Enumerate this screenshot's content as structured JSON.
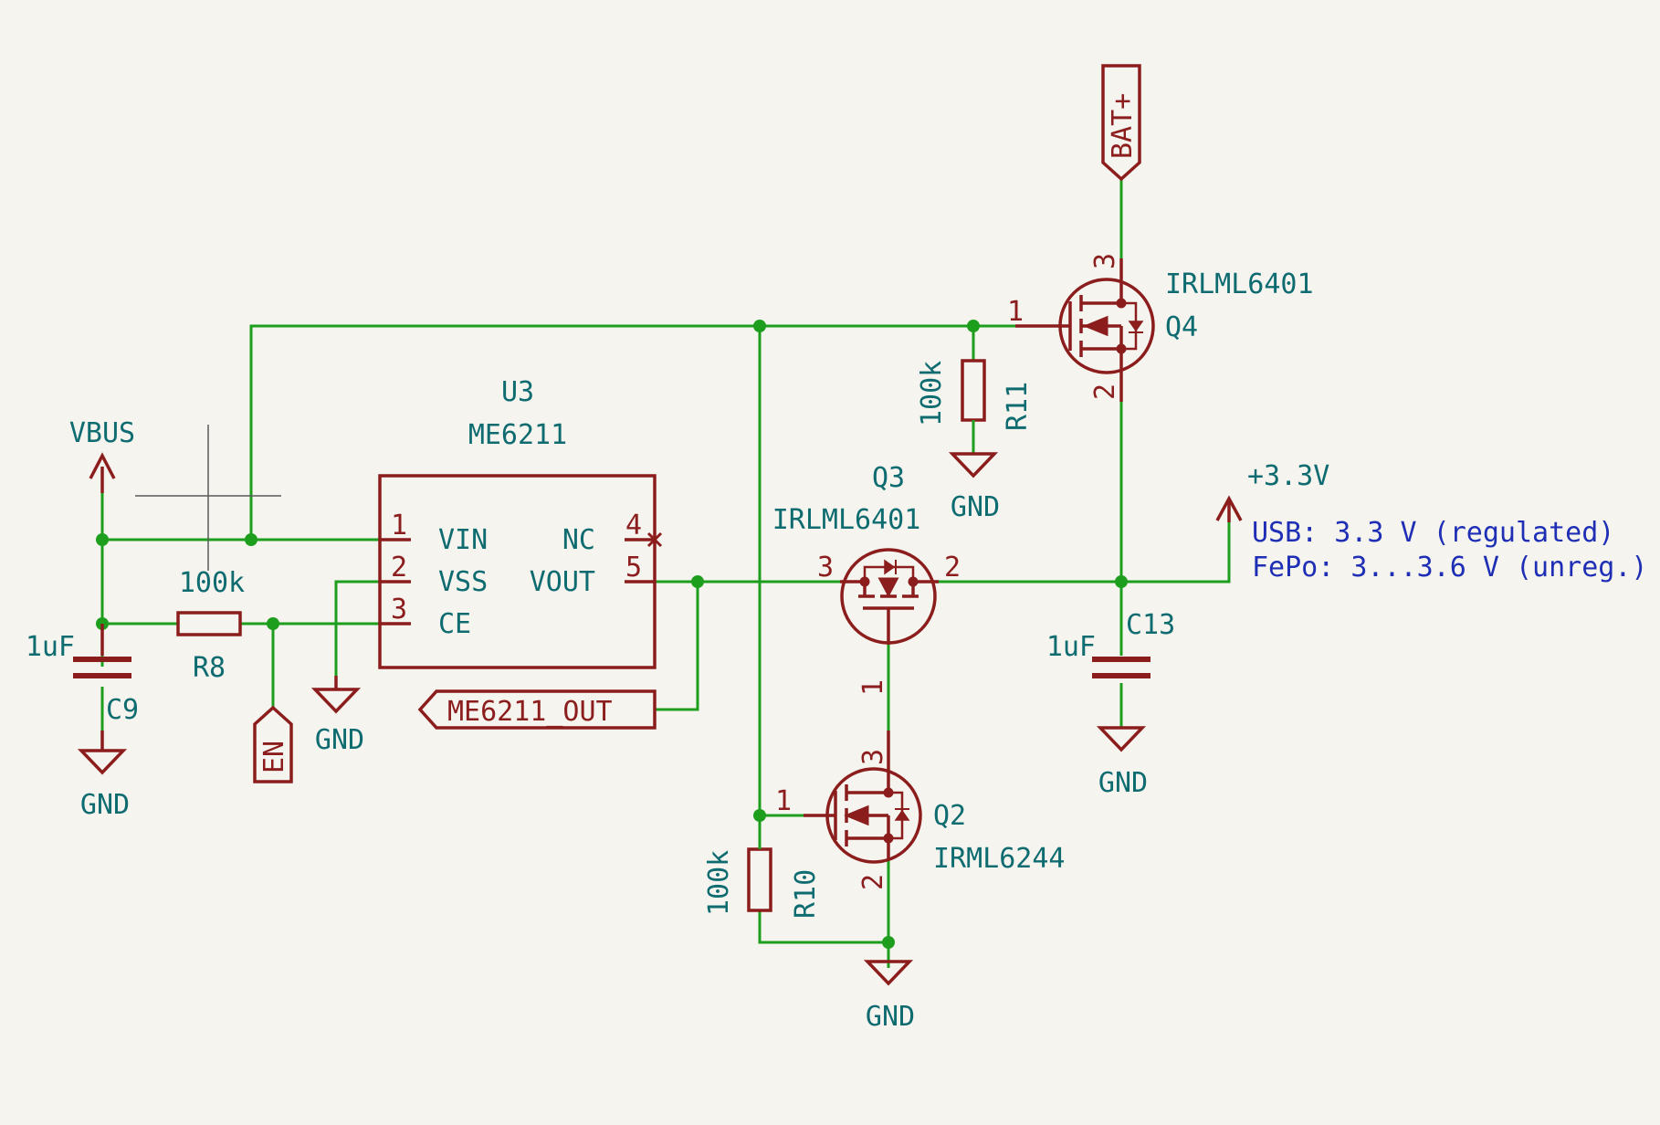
{
  "components": {
    "u3": {
      "ref": "U3",
      "value": "ME6211",
      "pins": {
        "p1": "1",
        "p2": "2",
        "p3": "3",
        "p4": "4",
        "p5": "5"
      },
      "pin_names": {
        "vin": "VIN",
        "vss": "VSS",
        "ce": "CE",
        "nc": "NC",
        "vout": "VOUT"
      }
    },
    "q4": {
      "ref": "Q4",
      "value": "IRLML6401",
      "pins": {
        "gate": "1",
        "source": "2",
        "drain": "3"
      }
    },
    "q3": {
      "ref": "Q3",
      "value": "IRLML6401",
      "pins": {
        "gate": "1",
        "source": "2",
        "drain": "3"
      }
    },
    "q2": {
      "ref": "Q2",
      "value": "IRML6244",
      "pins": {
        "gate": "1",
        "source": "2",
        "drain": "3"
      }
    },
    "r8": {
      "ref": "R8",
      "value": "100k"
    },
    "r10": {
      "ref": "R10",
      "value": "100k"
    },
    "r11": {
      "ref": "R11",
      "value": "100k"
    },
    "c9": {
      "ref": "C9",
      "value": "1uF"
    },
    "c13": {
      "ref": "C13",
      "value": "1uF"
    }
  },
  "power": {
    "vbus": "VBUS",
    "v33": "+3.3V",
    "gnd": "GND"
  },
  "labels": {
    "bat": "BAT+",
    "en": "EN",
    "me6211_out": "ME6211_OUT"
  },
  "notes": {
    "usb": "USB: 3.3 V (regulated)",
    "fepo": "FePo: 3...3.6 V (unreg.)"
  },
  "colors": {
    "wire": "#1d9e1d",
    "symbol": "#8c1d1d",
    "text": "#0e6b70",
    "note": "#1f2fb5",
    "background": "#f5f4ef"
  }
}
